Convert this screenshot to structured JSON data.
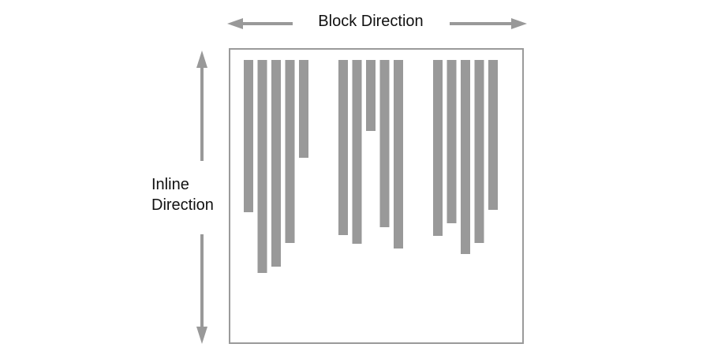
{
  "labels": {
    "block_direction": "Block Direction",
    "inline_direction_line1": "Inline",
    "inline_direction_line2": "Direction"
  },
  "colors": {
    "bar": "#999999",
    "arrow": "#999999",
    "frame": "#9a9a9a",
    "text": "#111111"
  },
  "groups": [
    {
      "lengths": [
        193,
        270,
        262,
        232,
        124
      ]
    },
    {
      "lengths": [
        222,
        233,
        90,
        212,
        239
      ]
    },
    {
      "lengths": [
        223,
        207,
        246,
        232,
        190
      ]
    }
  ]
}
